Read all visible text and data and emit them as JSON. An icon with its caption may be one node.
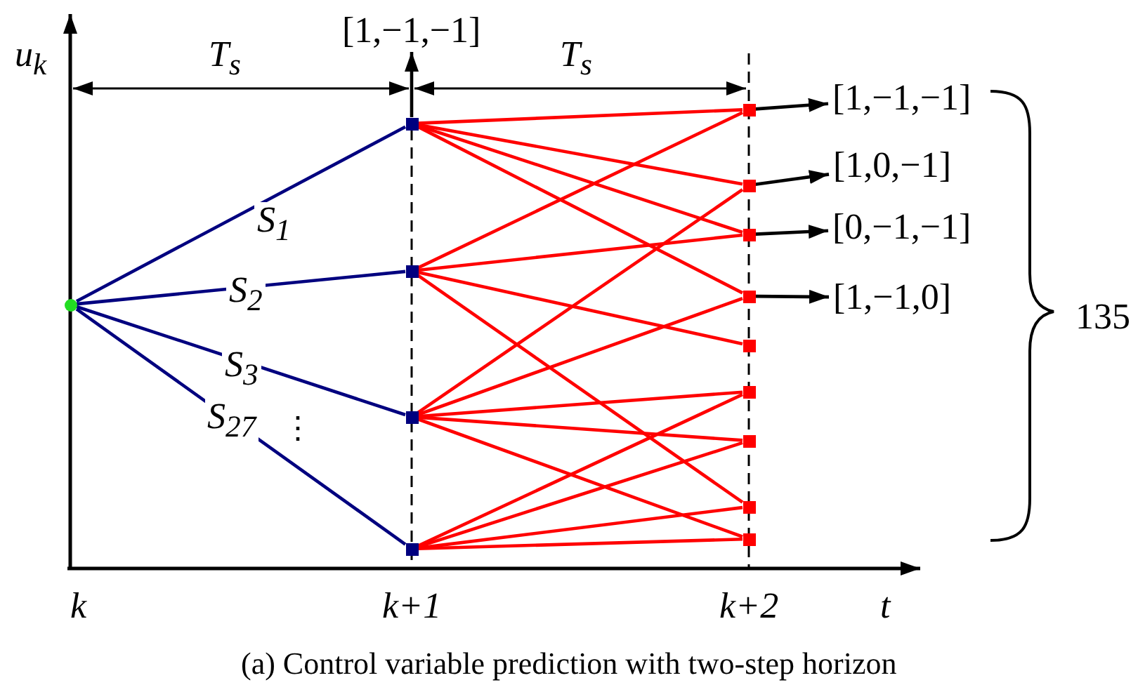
{
  "diagram": {
    "caption": "(a) Control variable prediction with two-step horizon",
    "nodes": [
      {
        "text": [],
        "shape": "circle"
      },
      {
        "text": [],
        "shape": "box"
      },
      {
        "text": [],
        "shape": "box"
      },
      {
        "text": [],
        "shape": "box"
      },
      {
        "text": [],
        "shape": "box"
      },
      {
        "text": [],
        "shape": "box"
      },
      {
        "text": [],
        "shape": "box"
      },
      {
        "text": [],
        "shape": "box"
      },
      {
        "text": [],
        "shape": "box"
      },
      {
        "text": [],
        "shape": "box"
      },
      {
        "text": [],
        "shape": "box"
      },
      {
        "text": [],
        "shape": "box"
      },
      {
        "text": [],
        "shape": "box"
      },
      {
        "text": [],
        "shape": "box"
      },
      {
        "text": [
          "[1,−1,−1]"
        ]
      },
      {
        "text": [
          "[1,−1,−1]"
        ]
      },
      {
        "text": [
          "[1,0,−1]"
        ]
      },
      {
        "text": [
          "[0,−1,−1]"
        ]
      },
      {
        "text": [
          "[1,−1,0]"
        ]
      }
    ],
    "edges": [
      {
        "from": 0,
        "to": 1,
        "arrow": "none",
        "label": "S$_{1}$",
        "color": "#00007f"
      },
      {
        "from": 0,
        "to": 2,
        "arrow": "none",
        "label": "S$_{2}$",
        "color": "#00007f"
      },
      {
        "from": 0,
        "to": 3,
        "arrow": "none",
        "label": "S$_{3}$",
        "color": "#00007f"
      },
      {
        "from": 0,
        "to": 4,
        "arrow": "none",
        "label": "S$_{27}$",
        "color": "#00007f"
      },
      {
        "from": 1,
        "to": 5,
        "arrow": "none"
      },
      {
        "from": 1,
        "to": 6,
        "arrow": "none"
      },
      {
        "from": 1,
        "to": 7,
        "arrow": "none"
      },
      {
        "from": 1,
        "to": 8,
        "arrow": "none"
      },
      {
        "from": 2,
        "to": 5,
        "arrow": "none"
      },
      {
        "from": 2,
        "to": 7,
        "arrow": "none"
      },
      {
        "from": 2,
        "to": 9,
        "arrow": "none"
      },
      {
        "from": 2,
        "to": 12,
        "arrow": "none"
      },
      {
        "from": 3,
        "to": 6,
        "arrow": "none"
      },
      {
        "from": 3,
        "to": 8,
        "arrow": "none"
      },
      {
        "from": 3,
        "to": 10,
        "arrow": "none"
      },
      {
        "from": 3,
        "to": 11,
        "arrow": "none"
      },
      {
        "from": 3,
        "to": 13,
        "arrow": "none"
      },
      {
        "from": 4,
        "to": 10,
        "arrow": "none"
      },
      {
        "from": 4,
        "to": 11,
        "arrow": "none"
      },
      {
        "from": 4,
        "to": 12,
        "arrow": "none"
      },
      {
        "from": 4,
        "to": 13,
        "arrow": "none"
      },
      {
        "from": 1,
        "to": 14,
        "arrow": "to",
        "color": "#000000"
      },
      {
        "from": 5,
        "to": 15,
        "arrow": "to",
        "color": "#000000"
      },
      {
        "from": 6,
        "to": 16,
        "arrow": "to",
        "color": "#000000"
      },
      {
        "from": 7,
        "to": 17,
        "arrow": "to",
        "color": "#000000"
      },
      {
        "from": 8,
        "to": 18,
        "arrow": "to",
        "color": "#000000"
      }
    ],
    "labels": [
      "u$_{k}$",
      "T$_{s}$",
      "T$_{s}$",
      "⋮",
      "135",
      "k",
      "k+1",
      "k+2",
      "t"
    ]
  }
}
